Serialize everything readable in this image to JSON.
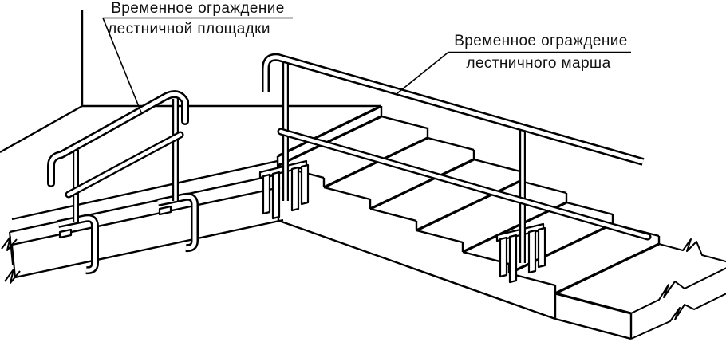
{
  "figure": {
    "kind": "technical-line-drawing",
    "background_color": "#ffffff",
    "line_color": "#000000",
    "annotations": {
      "landing_guard": {
        "line1": "Временное ограждение",
        "line2": "лестничной площадки"
      },
      "flight_guard": {
        "line1": "Временное ограждение",
        "line2": "лестничного марша"
      }
    }
  }
}
